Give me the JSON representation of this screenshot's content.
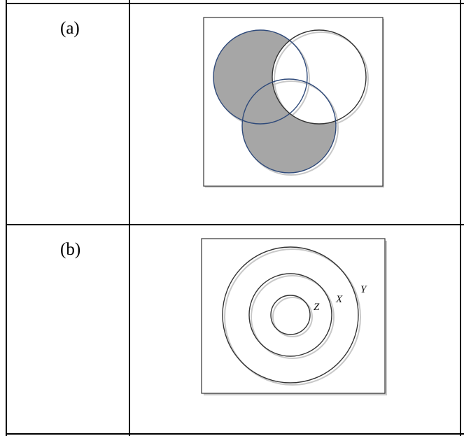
{
  "rows": [
    {
      "label": "(a)"
    },
    {
      "label": "(b)"
    }
  ],
  "diagram_b": {
    "set_labels": [
      "Z",
      "X",
      "Y"
    ]
  },
  "colors": {
    "grid": "#000000",
    "shade": "#a6a6a6",
    "circle_outline_a": "#2f4a7a",
    "circle_outline": "#333333",
    "shadow": "#c8c8c8"
  }
}
